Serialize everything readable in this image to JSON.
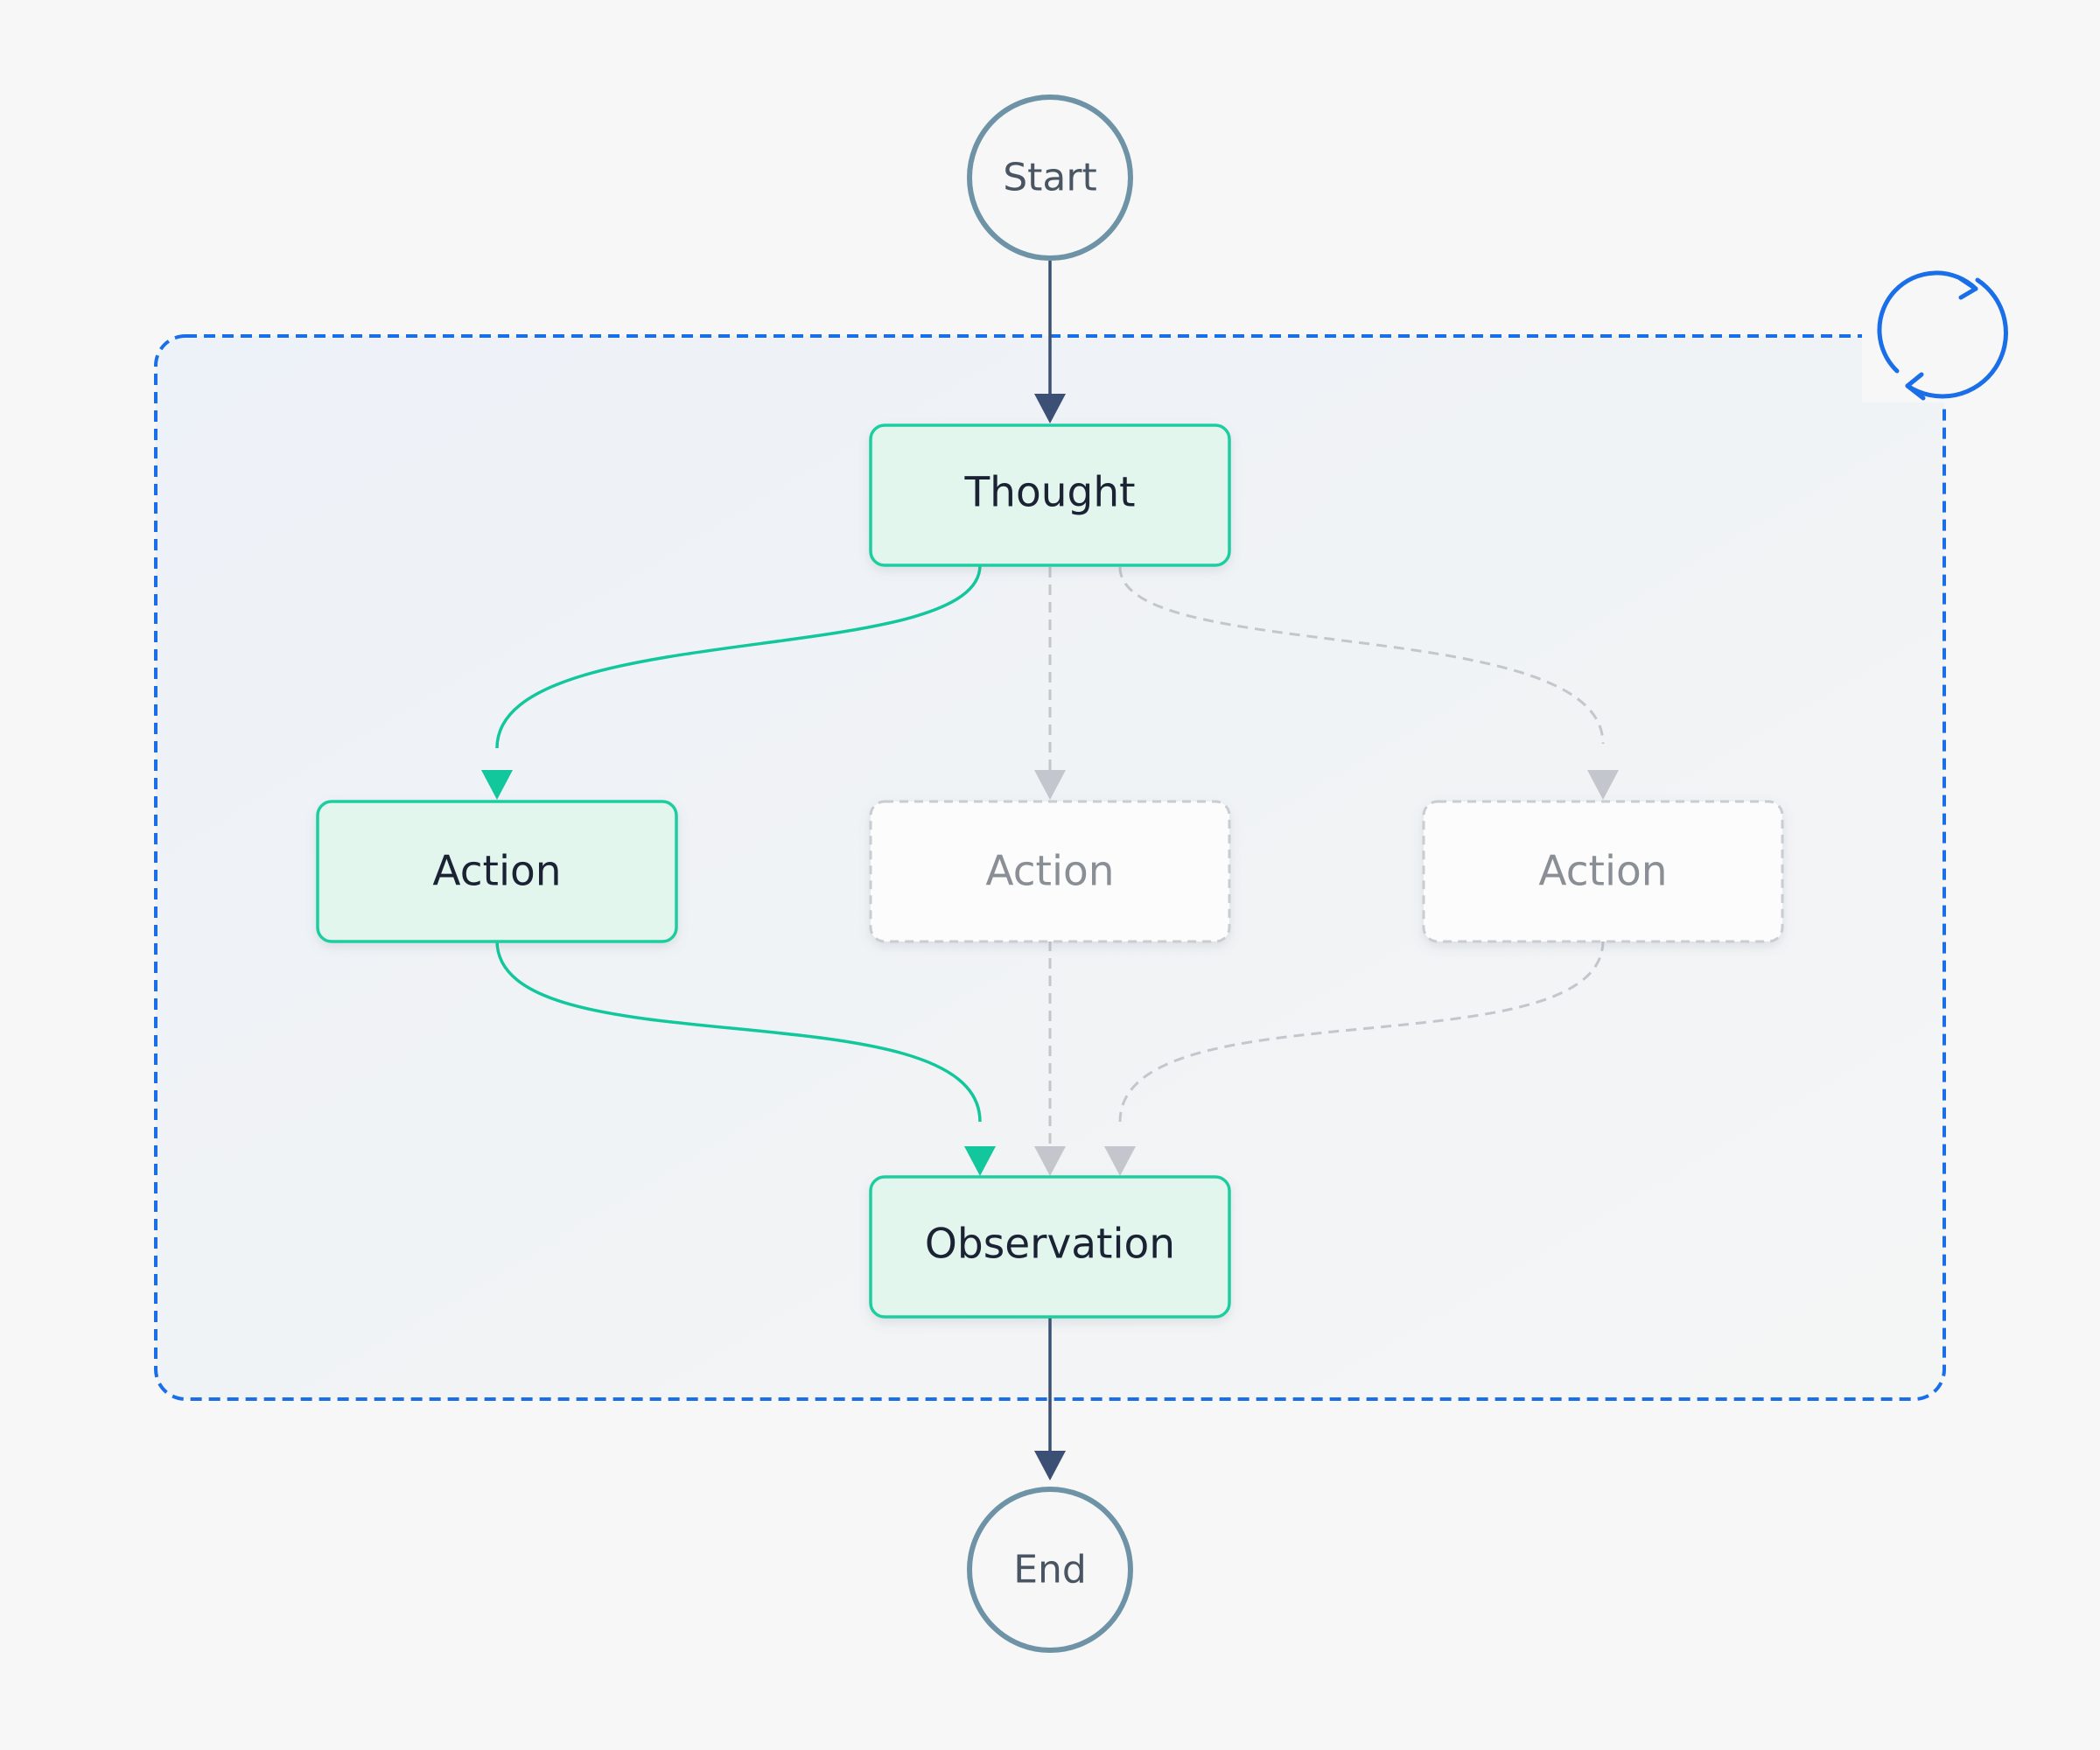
{
  "nodes": {
    "start": {
      "label": "Start"
    },
    "thought": {
      "label": "Thought"
    },
    "action_active": {
      "label": "Action"
    },
    "action_alt_1": {
      "label": "Action"
    },
    "action_alt_2": {
      "label": "Action"
    },
    "observation": {
      "label": "Observation"
    },
    "end": {
      "label": "End"
    }
  },
  "loop": {
    "icon": "refresh-loop-icon"
  },
  "colors": {
    "background": "#f7f7f7",
    "terminal_stroke": "#6f93a6",
    "active_fill": "#e2f6ee",
    "active_stroke": "#1ccda0",
    "active_edge": "#12c79b",
    "ghost_stroke": "#c3c6cc",
    "main_arrow": "#3b5074",
    "loop_border": "#1a6ee8"
  }
}
